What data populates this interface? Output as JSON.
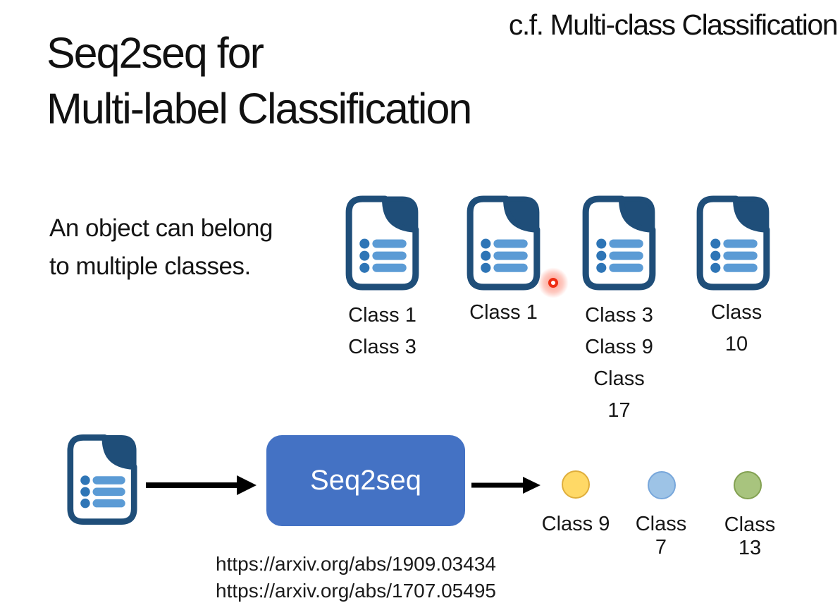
{
  "slide": {
    "title": "Seq2seq for\nMulti-label Classification",
    "corner_note": "c.f. Multi-class Classification",
    "intro": "An object can belong\nto multiple classes.",
    "examples": [
      {
        "labels": [
          "Class 1",
          "Class 3"
        ]
      },
      {
        "labels": [
          "Class 1"
        ],
        "laser_pointer": true
      },
      {
        "labels": [
          "Class 3",
          "Class 9",
          "Class 17"
        ]
      },
      {
        "labels": [
          "Class 10"
        ]
      }
    ],
    "flow": {
      "model_label": "Seq2seq",
      "outputs": [
        {
          "label": "Class 9",
          "color": "#FFD966"
        },
        {
          "label": "Class 7",
          "color": "#9DC3E6"
        },
        {
          "label": "Class 13",
          "color": "#A8C47E"
        }
      ]
    },
    "references": [
      "https://arxiv.org/abs/1909.03434",
      "https://arxiv.org/abs/1707.05495"
    ],
    "icons": {
      "document": "document-list-icon",
      "arrow": "right-arrow-icon",
      "laser": "laser-pointer-dot"
    },
    "colors": {
      "doc_outline": "#1F4E79",
      "doc_bullet_dot": "#2E75B6",
      "doc_bullet_bar": "#5B9BD5",
      "model_box": "#4472C4",
      "arrow": "#000000",
      "laser": "#EE2D12"
    }
  }
}
